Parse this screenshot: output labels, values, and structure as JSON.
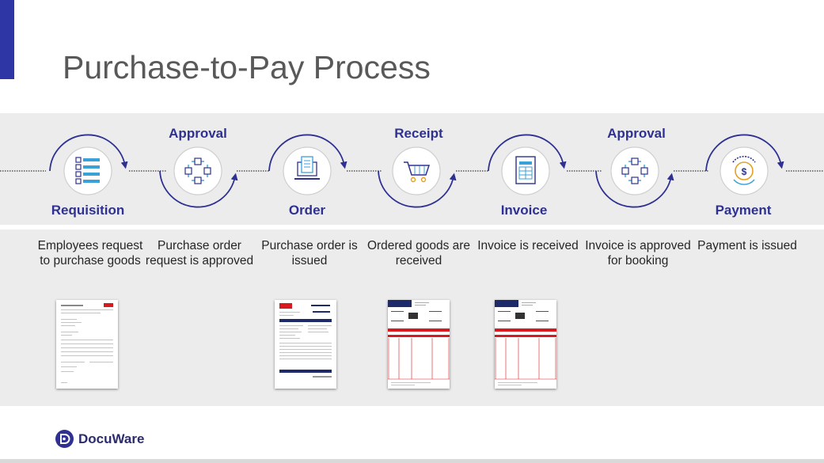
{
  "title": "Purchase-to-Pay Process",
  "steps": [
    {
      "label": "Requisition",
      "description": "Employees request to purchase goods",
      "icon": "checklist-icon"
    },
    {
      "label": "Approval",
      "description": "Purchase order request is approved",
      "icon": "approval-cycle-icon"
    },
    {
      "label": "Order",
      "description": "Purchase order is issued",
      "icon": "laptop-document-icon"
    },
    {
      "label": "Receipt",
      "description": "Ordered goods are received",
      "icon": "shopping-cart-icon"
    },
    {
      "label": "Invoice",
      "description": "Invoice is received",
      "icon": "invoice-document-icon"
    },
    {
      "label": "Approval",
      "description": "Invoice is approved for booking",
      "icon": "approval-cycle-icon"
    },
    {
      "label": "Payment",
      "description": "Payment is issued",
      "icon": "coin-payment-icon"
    }
  ],
  "logo": {
    "text": "DocuWare"
  },
  "colors": {
    "accent": "#2e35a5",
    "label": "#2e3192",
    "band": "#ececec",
    "document_red": "#d71920",
    "document_navy": "#1f2a6b"
  }
}
